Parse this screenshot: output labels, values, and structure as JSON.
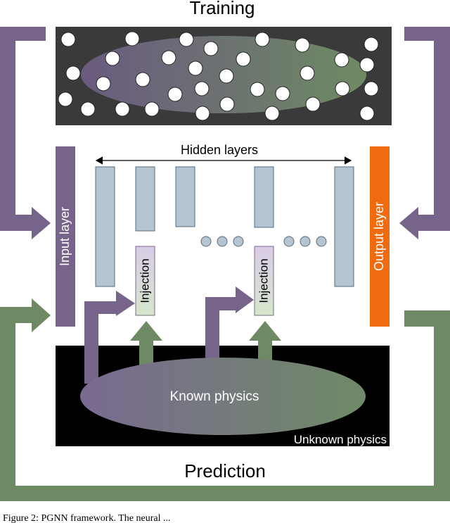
{
  "diagram": {
    "title_top": "Training",
    "title_bottom": "Prediction",
    "hidden_layers_label": "Hidden layers",
    "input_layer_label": "Input layer",
    "output_layer_label": "Output layer",
    "injection_label": "Injection",
    "known_physics_label": "Known physics",
    "unknown_physics_label": "Unknown physics",
    "colors": {
      "purple": "#76648a",
      "green": "#6e8a64",
      "orange": "#f06a10",
      "hidden_layer": "#b4c4d0",
      "training_box": "#3a3a3a",
      "unknown_box": "#000000"
    }
  },
  "caption": "Figure 2: PGNN framework. The neural ..."
}
